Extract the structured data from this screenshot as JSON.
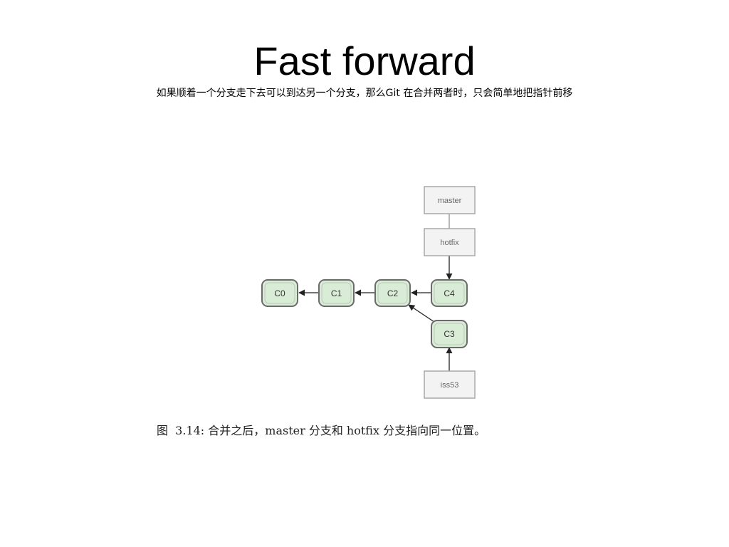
{
  "title": "Fast forward",
  "subtitle": "如果顺着一个分支走下去可以到达另一个分支，那么Git 在合并两者时，只会简单地把指针前移",
  "diagram": {
    "commits": [
      "C0",
      "C1",
      "C2",
      "C4",
      "C3"
    ],
    "branches": {
      "master": "master",
      "hotfix": "hotfix",
      "iss53": "iss53"
    }
  },
  "caption": "图  3.14: 合并之后，master 分支和 hotfix 分支指向同一位置。"
}
